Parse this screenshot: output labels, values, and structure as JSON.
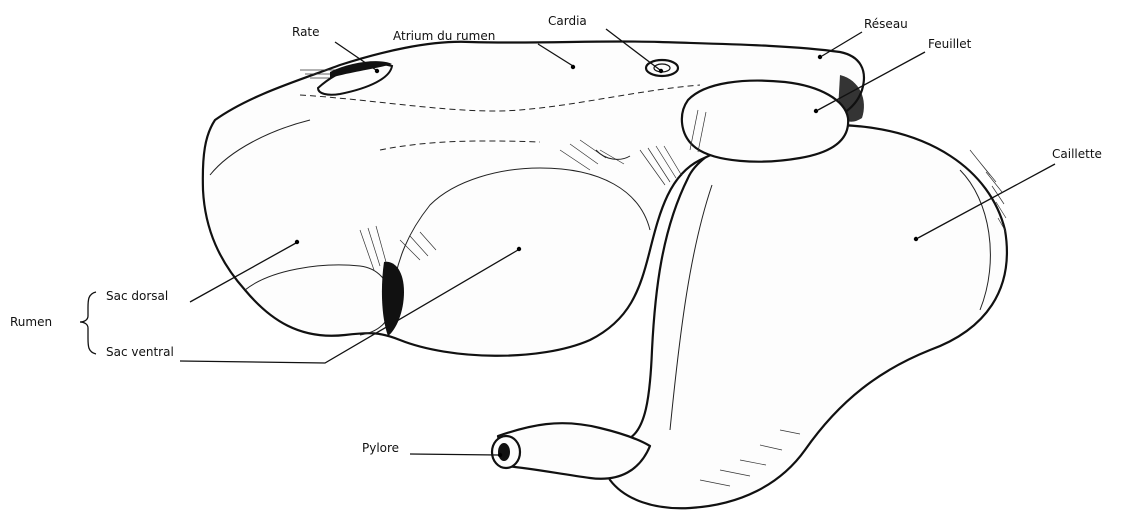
{
  "labels": {
    "rate": "Rate",
    "atrium": "Atrium du rumen",
    "cardia": "Cardia",
    "reseau": "Réseau",
    "feuillet": "Feuillet",
    "caillette": "Caillette",
    "rumen": "Rumen",
    "sac_dorsal": "Sac dorsal",
    "sac_ventral": "Sac ventral",
    "pylore": "Pylore"
  }
}
